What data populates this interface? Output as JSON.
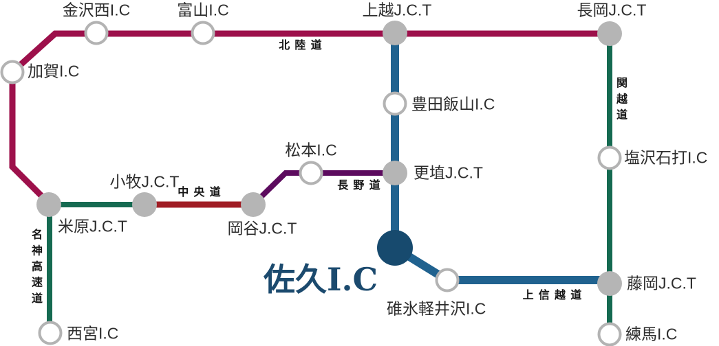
{
  "colors": {
    "hokuriku": "#9d104b",
    "chuo": "#a01d24",
    "nagano": "#5c0b5e",
    "joshinetsu": "#20628f",
    "kanetsu": "#156a51",
    "meishin": "#156a51",
    "node_gray": "#b5b5b5",
    "node_ring": "#b3b3b3",
    "destination_navy": "#174a6e",
    "label_text": "#2d2d2d"
  },
  "roads": {
    "hokuriku": {
      "label": "北陸道"
    },
    "kanetsu": {
      "label": "関越道"
    },
    "chuo": {
      "label": "中央道"
    },
    "nagano": {
      "label": "長野道"
    },
    "meishin": {
      "label": "名神高速道"
    },
    "joshinetsu": {
      "label": "上信越道"
    }
  },
  "stations": {
    "kanazawa_nishi": {
      "label": "金沢西I.C",
      "node": "white"
    },
    "toyama": {
      "label": "富山I.C",
      "node": "white"
    },
    "joetsu": {
      "label": "上越J.C.T",
      "node": "gray"
    },
    "nagaoka": {
      "label": "長岡J.C.T",
      "node": "gray"
    },
    "kaga": {
      "label": "加賀I.C",
      "node": "white"
    },
    "toyota_iiyama": {
      "label": "豊田飯山I.C",
      "node": "white"
    },
    "matsumoto": {
      "label": "松本I.C",
      "node": "white"
    },
    "koshoku": {
      "label": "更埴J.C.T",
      "node": "gray"
    },
    "shiozawa_ishiuchi": {
      "label": "塩沢石打I.C",
      "node": "white"
    },
    "komaki": {
      "label": "小牧J.C.T",
      "node": "gray"
    },
    "okaya": {
      "label": "岡谷J.C.T",
      "node": "gray"
    },
    "maibara": {
      "label": "米原J.C.T",
      "node": "gray"
    },
    "nishinomiya": {
      "label": "西宮I.C",
      "node": "white"
    },
    "saku": {
      "label": "佐久I.C",
      "node": "navy-destination"
    },
    "usui_karuizawa": {
      "label": "碓氷軽井沢I.C",
      "node": "white"
    },
    "fujioka": {
      "label": "藤岡J.C.T",
      "node": "gray"
    },
    "nerima": {
      "label": "練馬I.C",
      "node": "white"
    }
  }
}
